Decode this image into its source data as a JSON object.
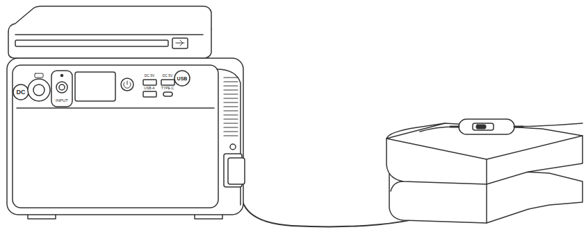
{
  "diagram": {
    "labels": [
      "DC",
      "INPUT",
      "DC 5V",
      "DC 5V",
      "USB-A",
      "TYPE-C",
      "USB"
    ]
  }
}
